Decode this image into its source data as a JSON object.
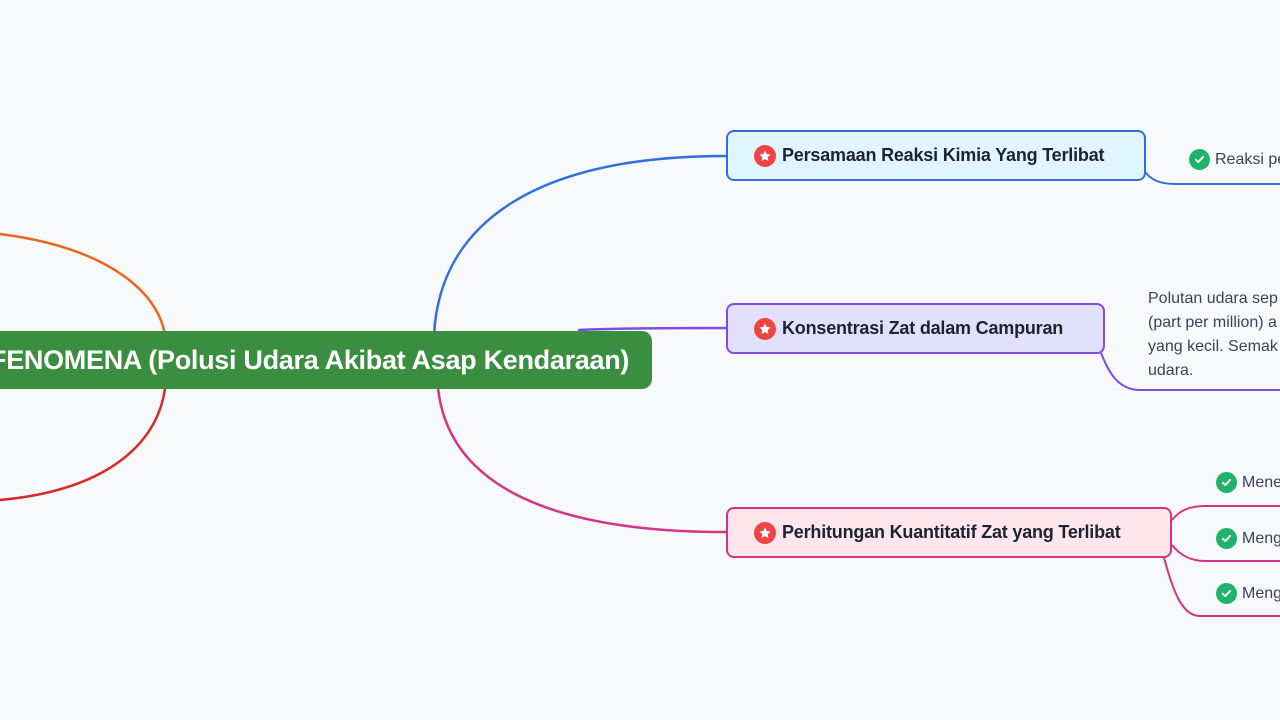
{
  "mindmap": {
    "root": {
      "label": "FENOMENA (Polusi Udara Akibat Asap Kendaraan)",
      "color": "#3a8e3f"
    },
    "branches": [
      {
        "label": "Persamaan Reaksi Kimia Yang Terlibat",
        "icon": "star-icon",
        "color": "#2f6fe0",
        "fill": "#e0f5fd",
        "children": [
          {
            "label": "Reaksi pe",
            "icon": "check-icon"
          }
        ]
      },
      {
        "label": "Konsentrasi Zat dalam Campuran",
        "icon": "star-icon",
        "color": "#7c4ee6",
        "fill": "#e3e0fd",
        "note": {
          "lines": [
            "Polutan udara sep",
            "(part per million) a",
            "yang kecil. Semak",
            "udara."
          ]
        }
      },
      {
        "label": "Perhitungan Kuantitatif Zat yang Terlibat",
        "icon": "star-icon",
        "color": "#d63384",
        "fill": "#fde6ec",
        "children": [
          {
            "label": "Mene",
            "icon": "check-icon"
          },
          {
            "label": "Meng",
            "icon": "check-icon"
          },
          {
            "label": "Meng",
            "icon": "check-icon"
          }
        ]
      }
    ],
    "left_branch_colors": {
      "upper": "#e8661c",
      "lower": "#d62a2a"
    },
    "check_color": "#1fb36b",
    "star_color": "#ef4444"
  }
}
